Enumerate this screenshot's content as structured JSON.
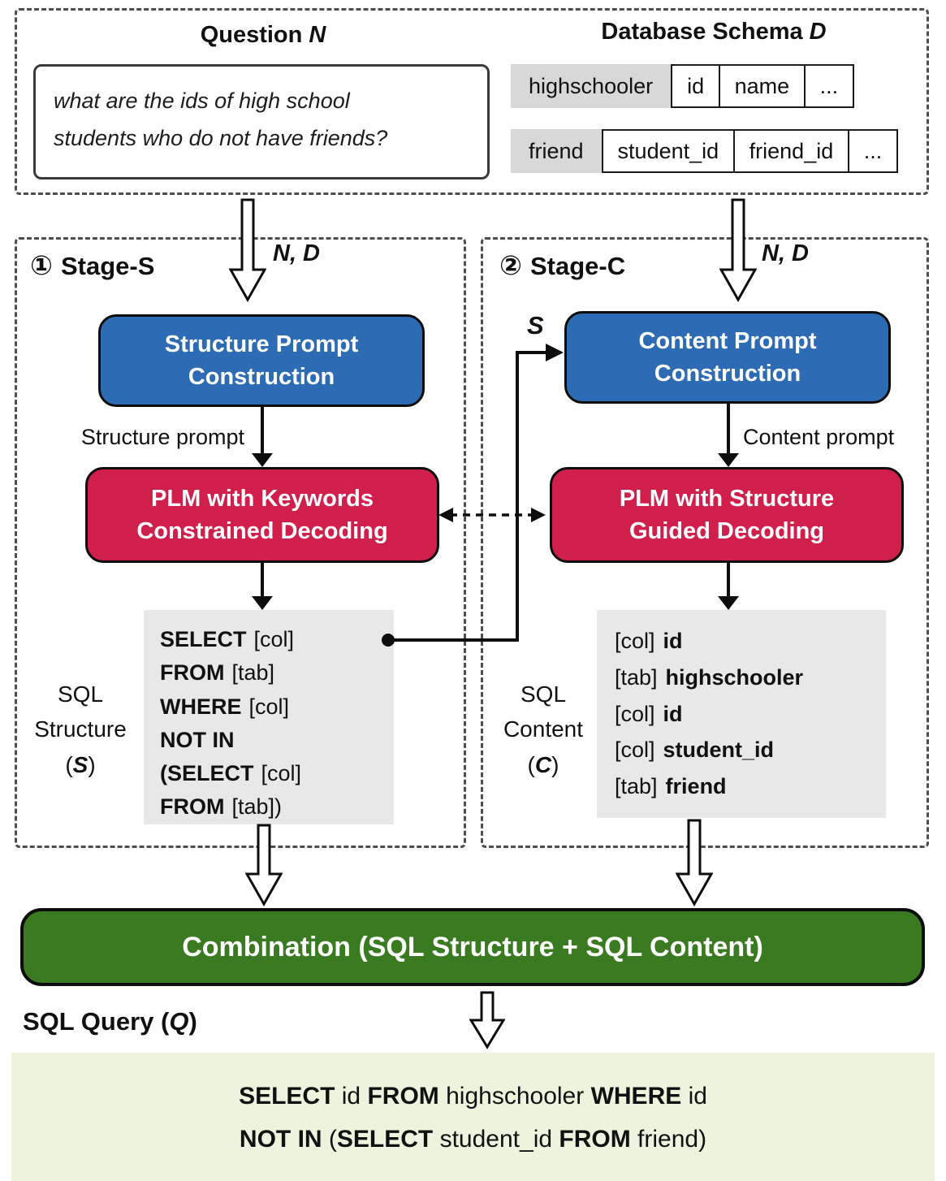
{
  "colors": {
    "blue_box": "#2d6cb5",
    "red_box": "#d11f4c",
    "green_box": "#3a7a21",
    "light_green_panel": "#ecf4dd",
    "gray_output_box": "#e8e8e8",
    "schema_name_cell": "#d8d8d8"
  },
  "top": {
    "question": {
      "title": "Question",
      "var": "N",
      "lines": [
        "what are the ids of high school",
        "students who do not have friends?"
      ]
    },
    "schema": {
      "title": "Database Schema",
      "var": "D",
      "tables": [
        {
          "name": "highschooler",
          "cols": [
            "id",
            "name",
            "..."
          ]
        },
        {
          "name": "friend",
          "cols": [
            "student_id",
            "friend_id",
            "..."
          ]
        }
      ]
    }
  },
  "stage_s": {
    "badge": "①",
    "title": "Stage-S",
    "input_label": "N, D",
    "blue_box": [
      "Structure Prompt",
      "Construction"
    ],
    "prompt_label": "Structure prompt",
    "red_box": [
      "PLM with Keywords",
      "Constrained Decoding"
    ],
    "output_caption": {
      "line1": "SQL",
      "line2": "Structure",
      "open": "(",
      "var": "S",
      "close": ")"
    },
    "sql_lines": [
      {
        "kw": "SELECT",
        "rest": "[col]"
      },
      {
        "kw": "FROM",
        "rest": "[tab]"
      },
      {
        "kw": "WHERE",
        "rest": "[col]"
      },
      {
        "kw": "NOT IN",
        "rest": ""
      },
      {
        "kw": "(SELECT",
        "rest": "[col]"
      },
      {
        "kw": "FROM",
        "rest": "[tab])"
      }
    ]
  },
  "stage_c": {
    "badge": "②",
    "title": "Stage-C",
    "input_label": "N, D",
    "s_input_label": "S",
    "blue_box": [
      "Content Prompt",
      "Construction"
    ],
    "prompt_label": "Content prompt",
    "red_box": [
      "PLM with Structure",
      "Guided Decoding"
    ],
    "output_caption": {
      "line1": "SQL",
      "line2": "Content",
      "open": "(",
      "var": "C",
      "close": ")"
    },
    "content_lines": [
      {
        "tag": "[col]",
        "val": "id"
      },
      {
        "tag": "[tab]",
        "val": "highschooler"
      },
      {
        "tag": "[col]",
        "val": "id"
      },
      {
        "tag": "[col]",
        "val": "student_id"
      },
      {
        "tag": "[tab]",
        "val": "friend"
      }
    ]
  },
  "combination": {
    "label": "Combination (SQL Structure + SQL Content)"
  },
  "sql_query": {
    "caption": {
      "prefix": "SQL Query (",
      "var": "Q",
      "suffix": ")"
    },
    "lines": [
      {
        "segs": [
          "SELECT",
          " id ",
          "FROM",
          " highschooler ",
          "WHERE",
          " id"
        ]
      },
      {
        "segs": [
          "NOT IN",
          " (",
          "SELECT",
          " student_id ",
          "FROM",
          " friend)"
        ]
      }
    ]
  }
}
